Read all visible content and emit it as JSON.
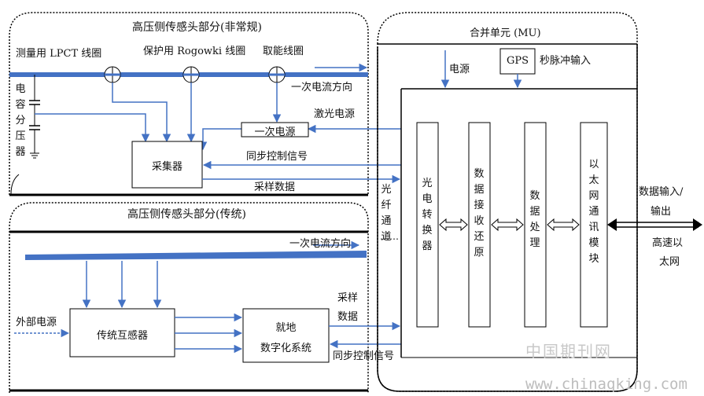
{
  "top_section": {
    "title": "高压侧传感头部分(非常规)",
    "lpct_label": "测量用 LPCT 线圈",
    "rogowski_label": "保护用 Rogowki 线圈",
    "energy_coil_label": "取能线圈",
    "current_direction": "一次电流方向",
    "laser_power": "激光电源",
    "primary_power": "一次电源",
    "cap_divider": "电容分压器",
    "collector": "采集器",
    "sync_signal": "同步控制信号",
    "sample_data": "采样数据"
  },
  "bottom_section": {
    "title": "高压侧传感头部分(传统)",
    "current_direction": "一次电流方向",
    "external_power": "外部电源",
    "traditional_transformer": "传统互感器",
    "local_digital_system_line1": "就地",
    "local_digital_system_line2": "数字化系统",
    "sample_data_line1": "采样",
    "sample_data_line2": "数据",
    "sync_signal": "同步控制信号"
  },
  "fiber_channel": {
    "label": "光纤通道",
    "dots": "……"
  },
  "merging_unit": {
    "title": "合并单元 (MU)",
    "power": "电源",
    "gps": "GPS",
    "pps": "秒脉冲输入",
    "modules": [
      "光电转换器",
      "数据接收还原",
      "数据处理",
      "以太网通讯模块"
    ]
  },
  "output": {
    "io_line1": "数据输入/",
    "io_line2": "输出",
    "net_line1": "高速以",
    "net_line2": "太网"
  },
  "watermark": {
    "cn": "中国期刊网",
    "url": "www.chinaqking.com"
  },
  "colors": {
    "line_blue": "#4472c4",
    "border": "#000000"
  }
}
